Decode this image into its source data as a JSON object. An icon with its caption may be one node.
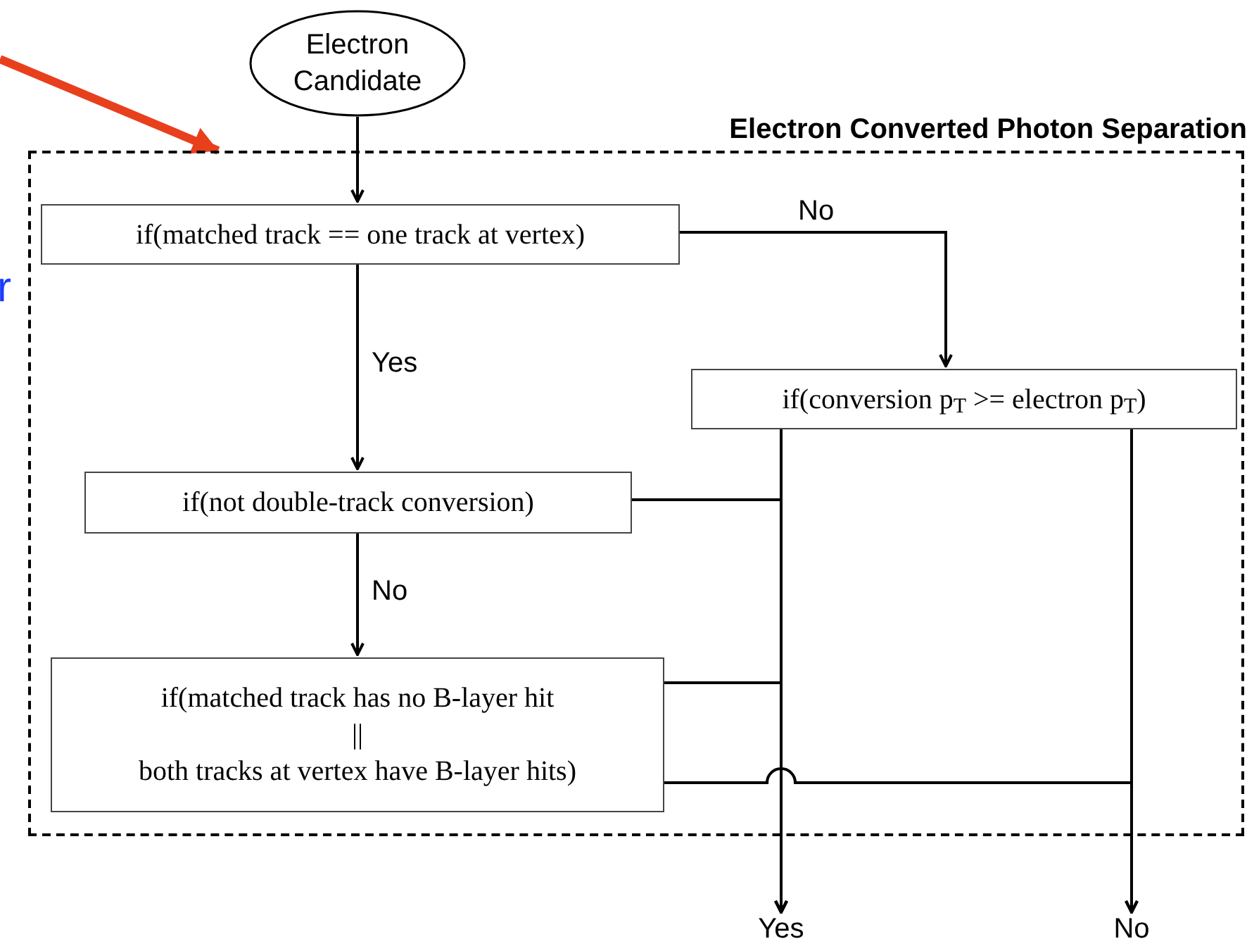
{
  "diagram": {
    "nodes": [
      {
        "text": [
          "Electron Converted Photon Separation"
        ]
      },
      {
        "text": [
          "Electron Candidate"
        ]
      },
      {
        "text": [
          "if(matched track == one track at vertex)"
        ],
        "in": 0
      },
      {
        "text": [
          "if(conversion p$_{T}$ >= electron p$_{T}$)"
        ],
        "in": 0
      },
      {
        "text": [
          "if(not double-track conversion)"
        ],
        "in": 0
      },
      {
        "text": [
          "if(matched track has no B-layer hit",
          "||",
          "both tracks at vertex have B-layer hits)"
        ],
        "in": 0
      },
      {
        "text": [
          "Yes"
        ]
      },
      {
        "text": [
          "No"
        ]
      }
    ],
    "edges": [
      {
        "from": 1,
        "to": 2,
        "arrow": "to"
      },
      {
        "from": 2,
        "to": 3,
        "arrow": "to",
        "label": "No"
      },
      {
        "from": 2,
        "to": 4,
        "arrow": "to",
        "label": "Yes"
      },
      {
        "from": 4,
        "to": 5,
        "arrow": "to",
        "label": "No"
      },
      {
        "from": 3,
        "to": 6,
        "arrow": "to"
      },
      {
        "from": 4,
        "to": 6,
        "arrow": "to"
      },
      {
        "from": 5,
        "to": 6,
        "arrow": "to"
      },
      {
        "from": 3,
        "to": 7,
        "arrow": "to"
      },
      {
        "from": 5,
        "to": 7,
        "arrow": "to"
      },
      {
        "from": null,
        "to": 0,
        "arrow": "to",
        "style": "thick",
        "color": "#e8401c"
      }
    ],
    "labels": [
      "r"
    ]
  }
}
